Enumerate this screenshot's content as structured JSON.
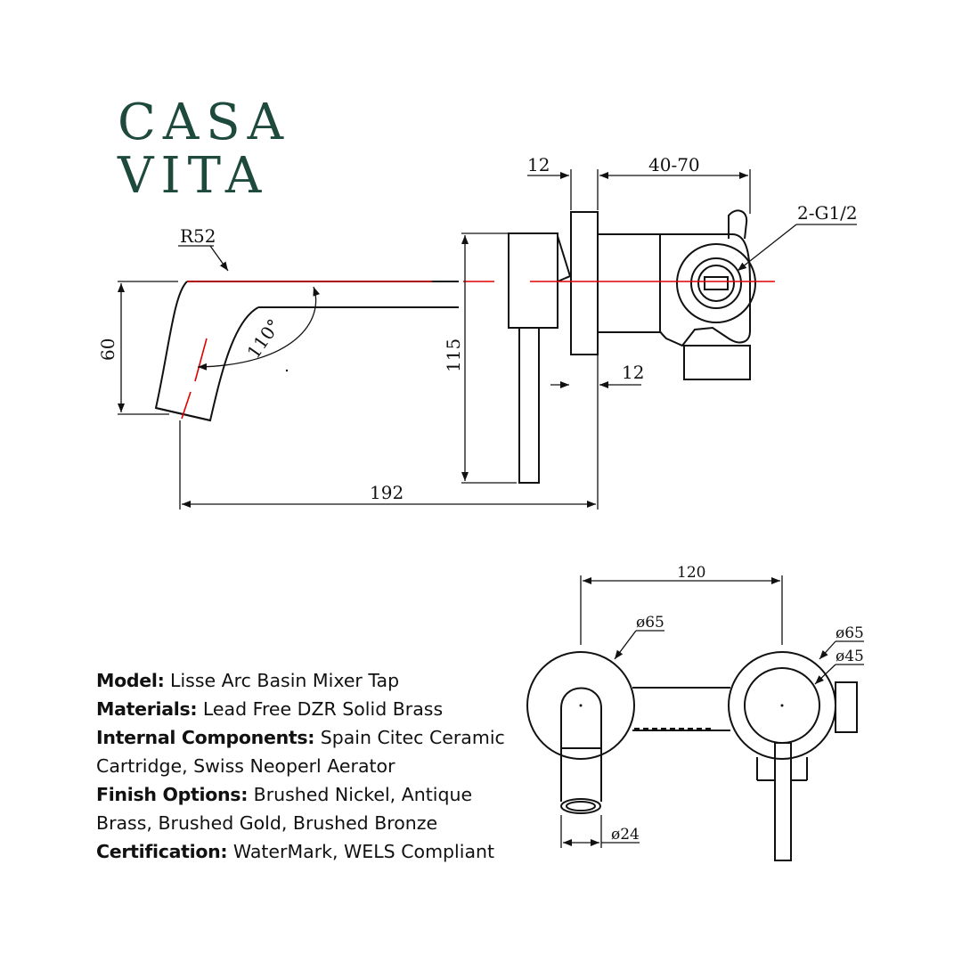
{
  "brand": {
    "line1": "CASA",
    "line2": "VITA",
    "color": "#1e4a3e"
  },
  "side_view": {
    "dim_radius": "R52",
    "dim_height_spout": "60",
    "dim_angle": "110°",
    "dim_height_total": "115",
    "dim_total_length": "192",
    "dim_plate_thickness": "12",
    "dim_depth_range": "40-70",
    "dim_inlet": "2-G1/2",
    "dim_gap": "12"
  },
  "front_view": {
    "dim_spacing": "120",
    "dim_left_plate": "ø65",
    "dim_right_plate": "ø65",
    "dim_handle_base": "ø45",
    "dim_spout_dia": "ø24"
  },
  "centerline_color": "#e00000",
  "specs": [
    {
      "label": "Model:",
      "value": "Lisse Arc Basin Mixer Tap"
    },
    {
      "label": "Materials:",
      "value": "Lead Free DZR Solid Brass"
    },
    {
      "label": "Internal Components:",
      "value": "Spain Citec Ceramic Cartridge, Swiss Neoperl Aerator"
    },
    {
      "label": "Finish Options:",
      "value": "Brushed Nickel, Antique Brass, Brushed Gold, Brushed Bronze"
    },
    {
      "label": "Certification:",
      "value": "WaterMark, WELS Compliant"
    }
  ]
}
